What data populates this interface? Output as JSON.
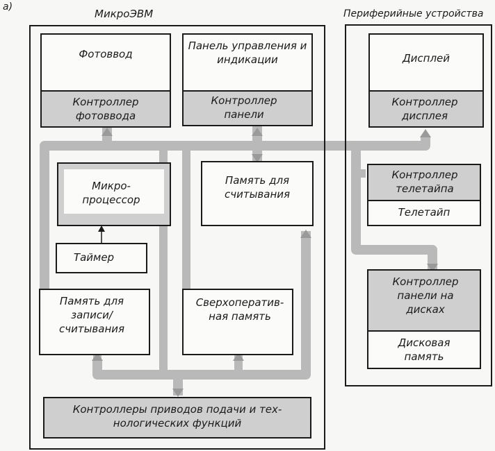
{
  "fig_label": "а)",
  "groups": {
    "microcomputer": "МикроЭВМ",
    "peripherals": "Периферийные устройства"
  },
  "blocks": {
    "photo_input": "Фотоввод",
    "photo_input_ctrl": "Контроллер фотоввода",
    "panel": "Панель управления и индикации",
    "panel_ctrl": "Контроллер панели",
    "display": "Дисплей",
    "display_ctrl": "Контроллер дисплея",
    "cpu": "Микро- процессор",
    "rom": "Память для считывания",
    "teletype_ctrl": "Контроллер телетайпа",
    "teletype": "Телетайп",
    "timer": "Таймер",
    "ram": "Память для записи/ считывания",
    "scratchpad": "Сверхоператив- ная память",
    "disk_ctrl": "Контроллер панели на дисках",
    "disk_memory": "Дисковая память",
    "drive_ctrls": "Контроллеры приводов подачи и тех- нологических функций"
  }
}
